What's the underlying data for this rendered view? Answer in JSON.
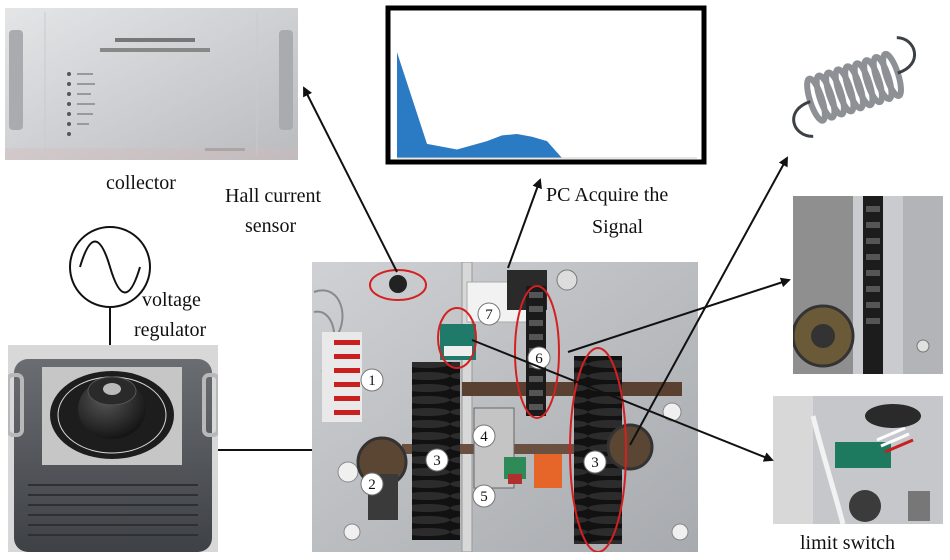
{
  "labels": {
    "collector": "collector",
    "hall_line1": "Hall current",
    "hall_line2": "sensor",
    "pc_line1": "PC Acquire the",
    "pc_line2": "Signal",
    "voltage_line1": "voltage",
    "voltage_line2": "regulator",
    "limit_switch": "limit switch"
  },
  "component_numbers": [
    "1",
    "2",
    "3",
    "3",
    "4",
    "5",
    "6",
    "7"
  ],
  "chart_data": {
    "type": "area",
    "title": "",
    "xlabel": "",
    "ylabel": "",
    "x": [
      0,
      0.1,
      0.2,
      0.3,
      0.35,
      0.4,
      0.45,
      0.5,
      0.55,
      0.6
    ],
    "y": [
      0.75,
      0.1,
      0.06,
      0.12,
      0.16,
      0.17,
      0.15,
      0.12,
      0.0,
      0.0
    ],
    "grid": false
  },
  "colors": {
    "signal": "#2b7bc4",
    "highlight": "#d42020",
    "arrow": "#111111"
  }
}
